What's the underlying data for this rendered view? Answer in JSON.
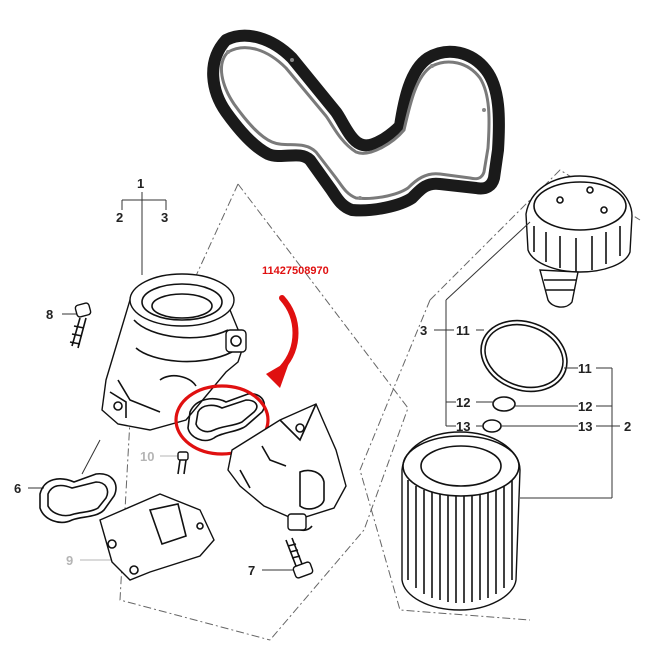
{
  "callout": {
    "part_number": "11427508970",
    "color": "#e01010"
  },
  "labels": {
    "l1": "1",
    "l2a": "2",
    "l3a": "3",
    "l8": "8",
    "l10": "10",
    "l6": "6",
    "l9": "9",
    "l7": "7",
    "l3b": "3",
    "l11a": "11",
    "l11b": "11",
    "l12a": "12",
    "l12b": "12",
    "l13a": "13",
    "l13b": "13",
    "l2b": "2"
  }
}
